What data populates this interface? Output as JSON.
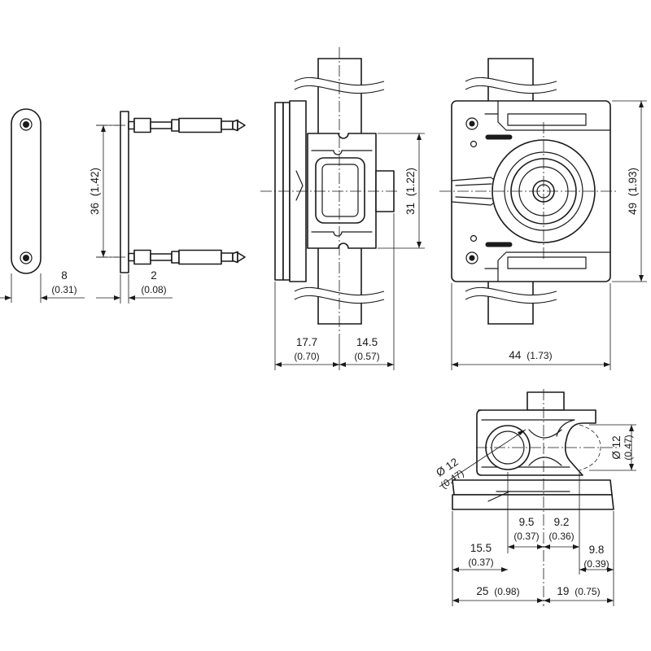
{
  "dimensions": {
    "plate_width": {
      "value": "8",
      "inch": "(0.31)"
    },
    "flange_thickness": {
      "value": "2",
      "inch": "(0.08)"
    },
    "pin_spacing": {
      "value": "36",
      "inch": "(1.42)"
    },
    "body_height": {
      "value": "31",
      "inch": "(1.22)"
    },
    "side_left": {
      "value": "17.7",
      "inch": "(0.70)"
    },
    "side_right": {
      "value": "14.5",
      "inch": "(0.57)"
    },
    "front_width": {
      "value": "44",
      "inch": "(1.73)"
    },
    "front_height": {
      "value": "49",
      "inch": "(1.93)"
    },
    "rod_dia_left": {
      "value": "Ø 12",
      "inch": "(0.47)"
    },
    "rod_dia_right": {
      "value": "Ø 12",
      "inch": "(0.47)"
    },
    "offset_left": {
      "value": "9.5",
      "inch": "(0.37)"
    },
    "offset_right": {
      "value": "9.2",
      "inch": "(0.36)"
    },
    "base_left_inner": {
      "value": "15.5",
      "inch": "(0.37)"
    },
    "base_right_inner": {
      "value": "9.8",
      "inch": "(0.39)"
    },
    "base_left_total": {
      "value": "25",
      "inch": "(0.98)"
    },
    "base_right_total": {
      "value": "19",
      "inch": "(0.75)"
    }
  }
}
